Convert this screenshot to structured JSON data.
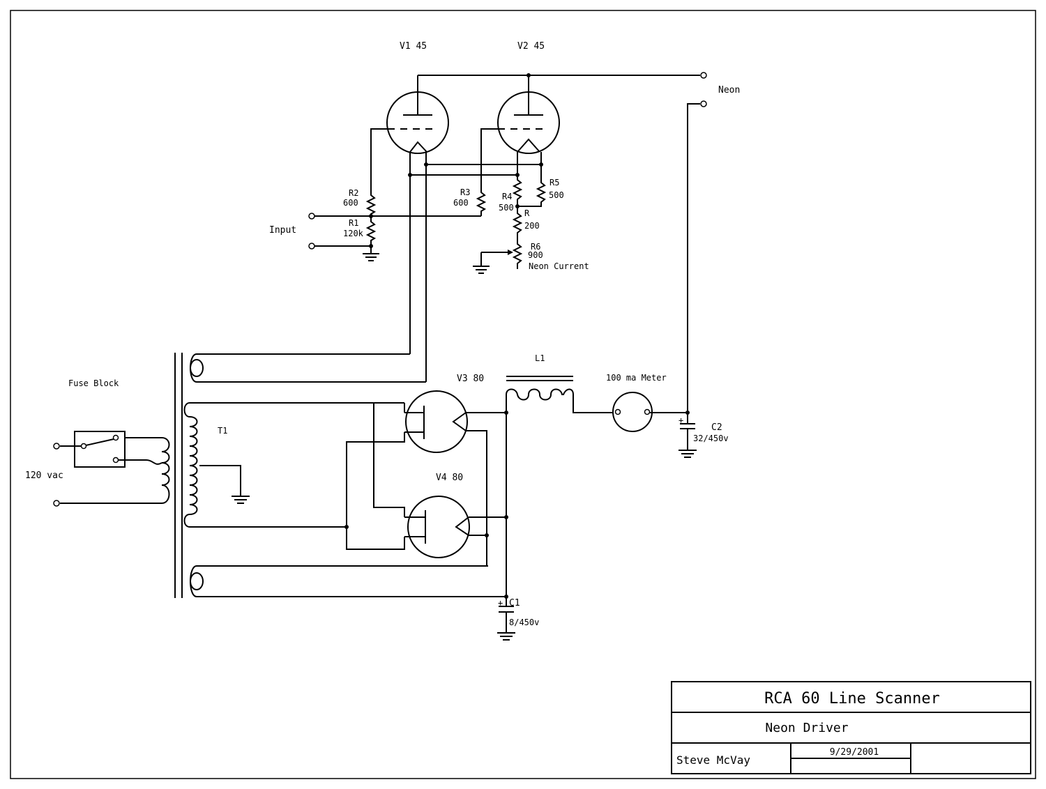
{
  "labels": {
    "v1": "V1 45",
    "v2": "V2 45",
    "v3": "V3 80",
    "v4": "V4 80",
    "neon": "Neon",
    "input": "Input",
    "r1": "R1",
    "r1_val": "120k",
    "r2": "R2",
    "r2_val": "600",
    "r3": "R3",
    "r3_val": "600",
    "r4": "R4",
    "r4_val": "500",
    "r5": "R5",
    "r5_val": "500",
    "r": "R",
    "r_val": "200",
    "r6": "R6",
    "r6_val": "900",
    "neon_current": "Neon Current",
    "fuse_block": "Fuse Block",
    "vac": "120 vac",
    "t1": "T1",
    "l1": "L1",
    "meter": "100 ma Meter",
    "c1": "C1",
    "c1_val": "8/450v",
    "c2": "C2",
    "c2_val": "32/450v"
  },
  "title_block": {
    "title": "RCA 60 Line Scanner",
    "subtitle": "Neon Driver",
    "author": "Steve McVay",
    "date": "9/29/2001"
  }
}
